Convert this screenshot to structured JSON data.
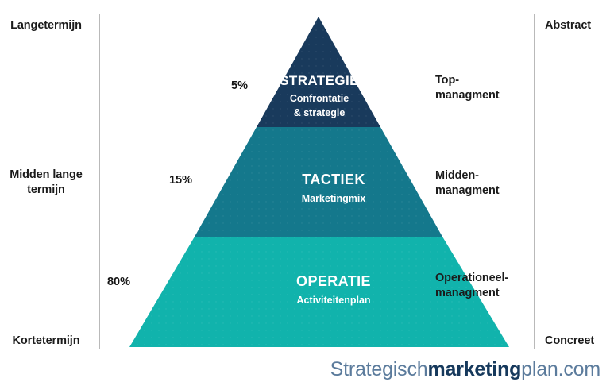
{
  "axes": {
    "left": {
      "top_label": "Langetermijn",
      "middle_label": "Midden lange termijn",
      "bottom_label": "Kortetermijn"
    },
    "right": {
      "top_label": "Abstract",
      "bottom_label": "Concreet"
    }
  },
  "pyramid": {
    "levels": [
      {
        "id": "strategie",
        "title": "STRATEGIE",
        "subtitle": "Confrontatie\n& strategie",
        "subtitle_line1": "Confrontatie",
        "subtitle_line2": "& strategie",
        "percentage": "5%",
        "management_label_line1": "Top-",
        "management_label_line2": "managment",
        "color": "#193a5c"
      },
      {
        "id": "tactiek",
        "title": "TACTIEK",
        "subtitle": "Marketingmix",
        "percentage": "15%",
        "management_label_line1": "Midden-",
        "management_label_line2": "managment",
        "color": "#14788c"
      },
      {
        "id": "operatie",
        "title": "OPERATIE",
        "subtitle": "Activiteitenplan",
        "percentage": "80%",
        "management_label_line1": "Operationeel-",
        "management_label_line2": "managment",
        "color": "#11b3ac"
      }
    ]
  },
  "management_labels": {
    "top": "Top-\nmanagment",
    "middle": "Midden-\nmanagment",
    "operational": "Operationeel-\nmanagment"
  },
  "logo": {
    "part_1": "Strategisch",
    "part_2": "marketing",
    "part_3": "plan.com",
    "color_light": "#5b7b9c",
    "color_dark": "#16395c"
  },
  "colors": {
    "background": "#ffffff",
    "axis_line": "#b9b9b9",
    "text_dark": "#151515",
    "text_on_band": "#ffffff"
  }
}
